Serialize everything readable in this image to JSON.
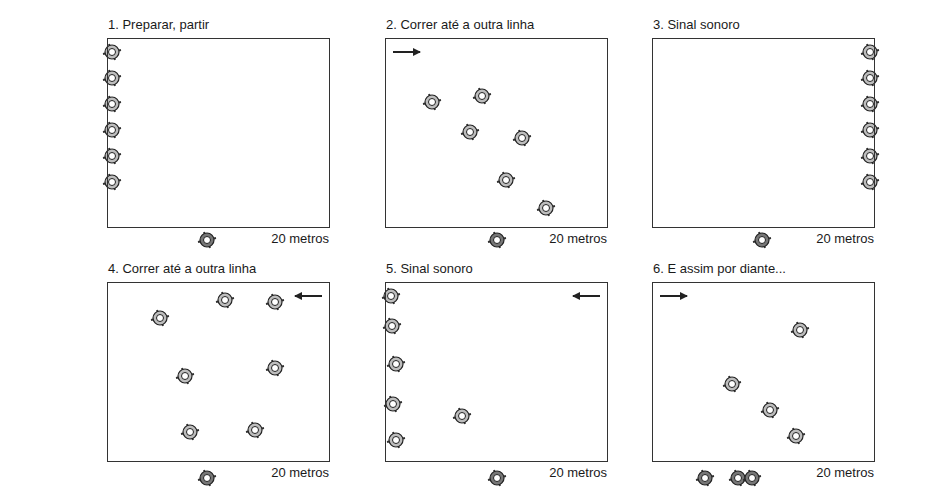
{
  "diagram": {
    "nodes": [
      {
        "text": [
          "1. Preparar, partir",
          "20 metros"
        ]
      },
      {
        "text": [
          "2. Correr até a outra linha",
          "20 metros"
        ]
      },
      {
        "text": [
          "3. Sinal sonoro",
          "20 metros"
        ]
      },
      {
        "text": [
          "4. Correr até a outra linha",
          "20 metros"
        ]
      },
      {
        "text": [
          "5. Sinal sonoro",
          "20 metros"
        ]
      },
      {
        "text": [
          "6. E assim por diante...",
          "20 metros"
        ]
      }
    ]
  }
}
